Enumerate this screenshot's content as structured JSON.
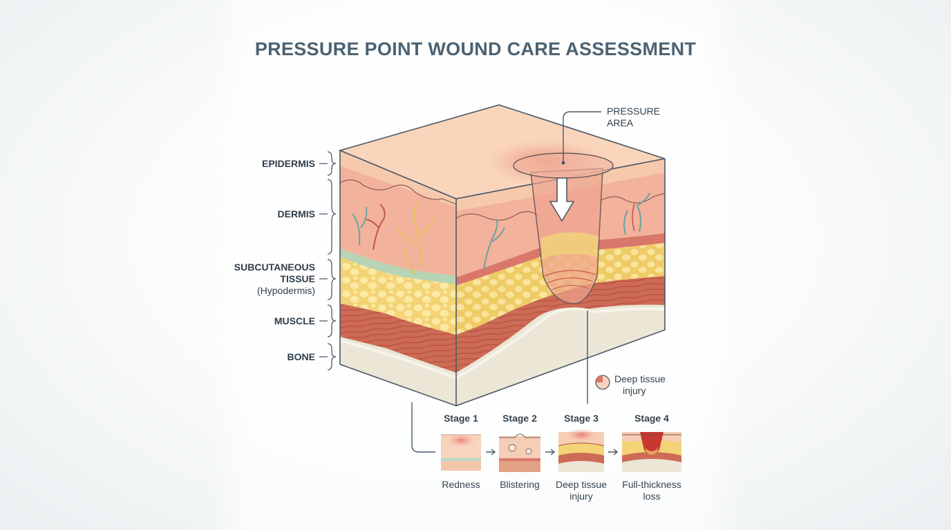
{
  "title": "PRESSURE POINT WOUND CARE ASSESSMENT",
  "layers": {
    "epidermis": "EPIDERMIS",
    "dermis": "DERMIS",
    "subcutaneous_line1": "SUBCUTANEOUS",
    "subcutaneous_line2": "TISSUE",
    "subcutaneous_sub": "(Hypodermis)",
    "muscle": "MUSCLE",
    "bone": "BONE"
  },
  "pressure_label_line1": "PRESSURE",
  "pressure_label_line2": "AREA",
  "legend": {
    "line1": "Deep tissue",
    "line2": "injury"
  },
  "stages": [
    {
      "title": "Stage 1",
      "caption_line1": "Redness",
      "caption_line2": ""
    },
    {
      "title": "Stage 2",
      "caption_line1": "Blistering",
      "caption_line2": ""
    },
    {
      "title": "Stage 3",
      "caption_line1": "Deep tissue",
      "caption_line2": "injury"
    },
    {
      "title": "Stage 4",
      "caption_line1": "Full-thickness",
      "caption_line2": "loss"
    }
  ],
  "colors": {
    "epidermis": "#f7cdb0",
    "dermis": "#f2b19a",
    "fat": "#f8e08f",
    "muscle": "#c9614f",
    "bone": "#ebe6d6",
    "wound": "#e06a5c",
    "title": "#4c6272"
  }
}
